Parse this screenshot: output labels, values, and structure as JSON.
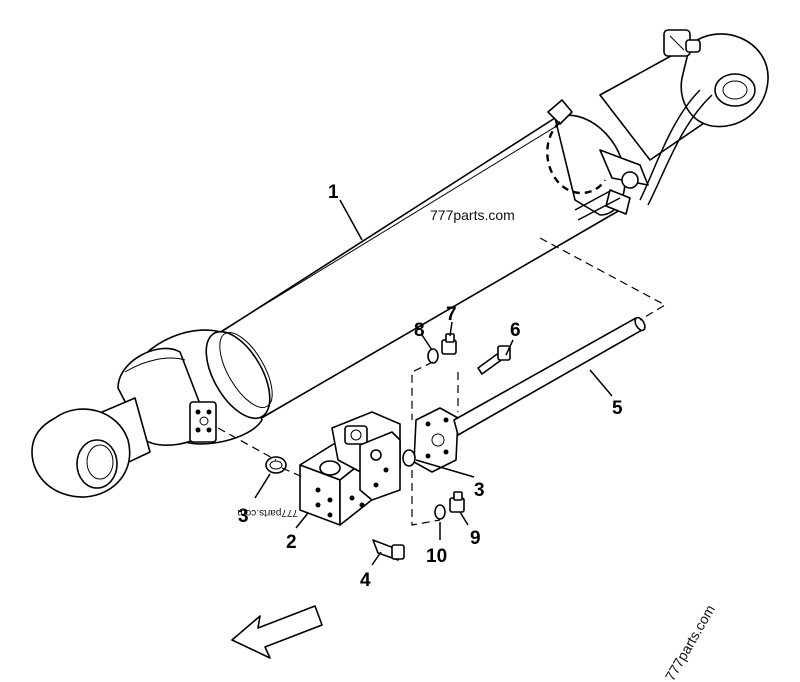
{
  "watermarks": {
    "main": "777parts.com",
    "mirrored": "777parts.com",
    "corner": "777parts.com"
  },
  "callouts": [
    {
      "id": "c1",
      "label": "1"
    },
    {
      "id": "c2",
      "label": "2"
    },
    {
      "id": "c3a",
      "label": "3"
    },
    {
      "id": "c3b",
      "label": "3"
    },
    {
      "id": "c4",
      "label": "4"
    },
    {
      "id": "c5",
      "label": "5"
    },
    {
      "id": "c6",
      "label": "6"
    },
    {
      "id": "c7",
      "label": "7"
    },
    {
      "id": "c8",
      "label": "8"
    },
    {
      "id": "c9",
      "label": "9"
    },
    {
      "id": "c10",
      "label": "10"
    }
  ],
  "icons": {
    "direction": "front-direction-arrow-icon"
  }
}
